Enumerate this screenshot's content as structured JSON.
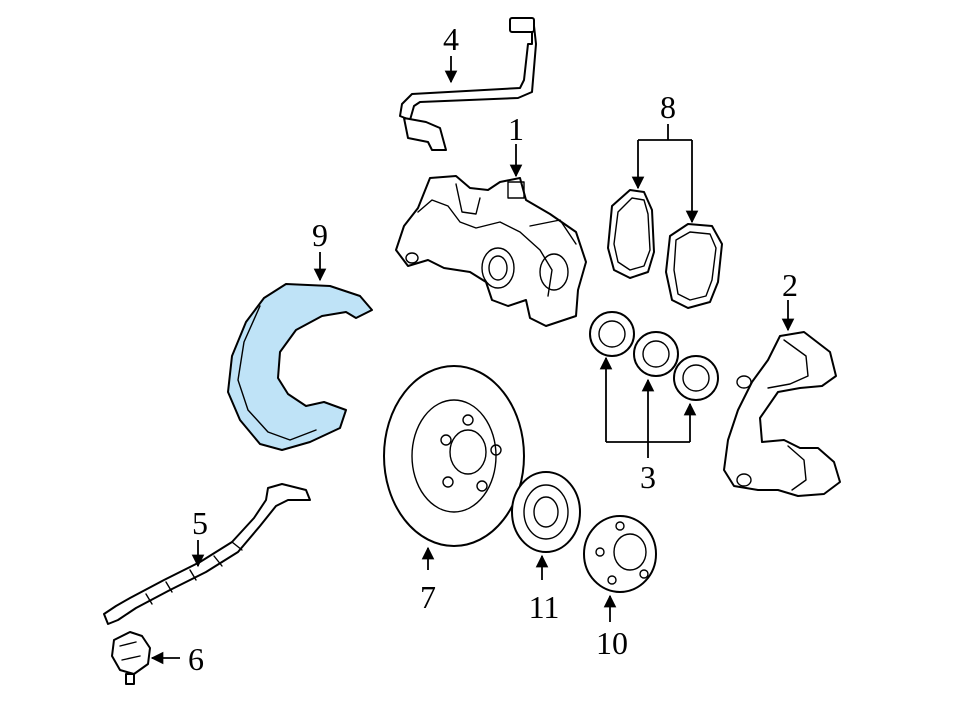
{
  "highlight_color": "#bfe3f7",
  "callouts": {
    "c1": "1",
    "c2": "2",
    "c3": "3",
    "c4": "4",
    "c5": "5",
    "c6": "6",
    "c7": "7",
    "c8": "8",
    "c9": "9",
    "c10": "10",
    "c11": "11"
  }
}
